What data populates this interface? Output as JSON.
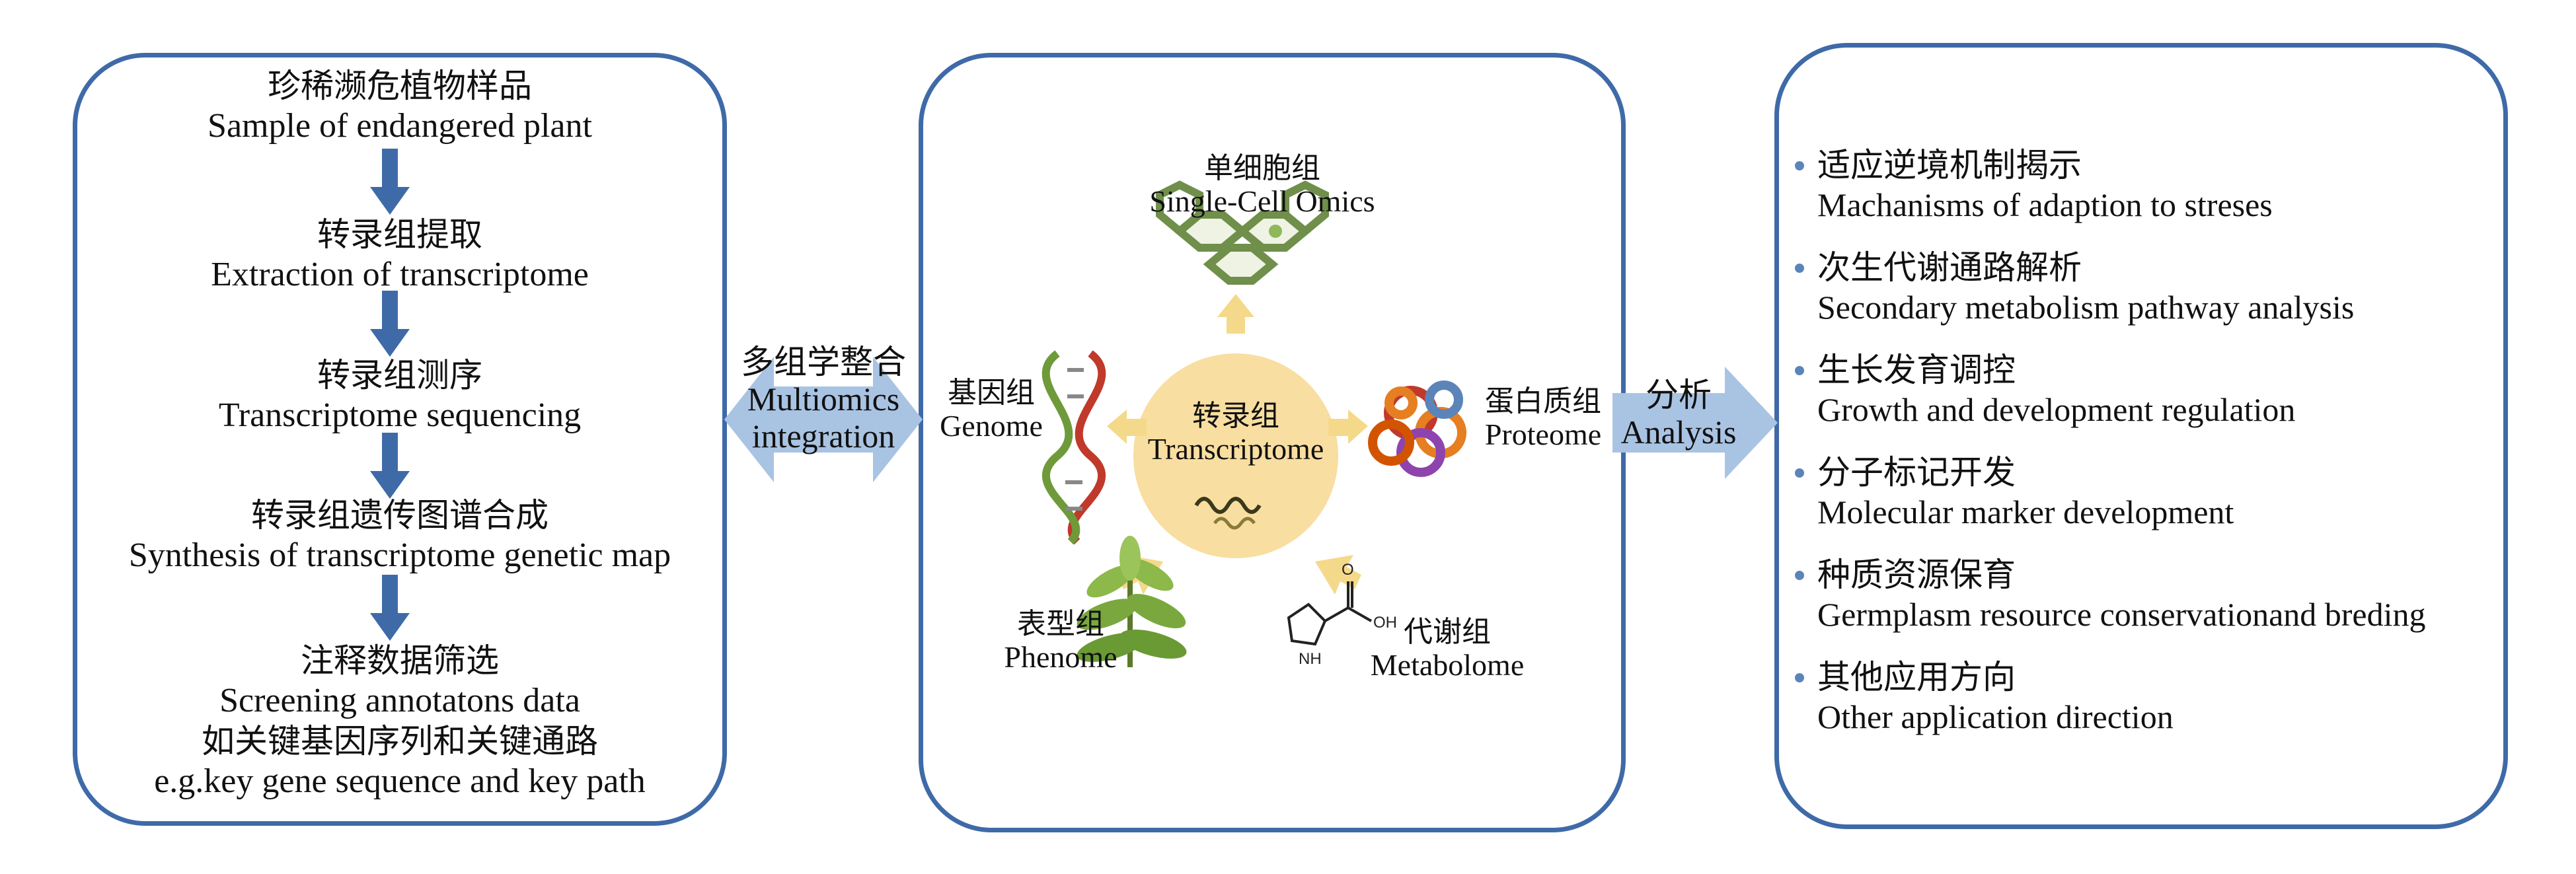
{
  "workflow": {
    "steps": [
      {
        "cn": "珍稀濒危植物样品",
        "en": "Sample of endangered plant"
      },
      {
        "cn": "转录组提取",
        "en": "Extraction of transcriptome"
      },
      {
        "cn": "转录组测序",
        "en": "Transcriptome sequencing"
      },
      {
        "cn": "转录组遗传图谱合成",
        "en": "Synthesis of transcriptome genetic map"
      },
      {
        "cn": "注释数据筛选",
        "en": "Screening annotatons data"
      }
    ],
    "extra": {
      "cn": "如关键基因序列和关键通路",
      "en": "e.g.key gene sequence and key path"
    }
  },
  "integration": {
    "cn": "多组学整合",
    "en1": "Multiomics",
    "en2": "integration"
  },
  "omics": {
    "center": {
      "cn": "转录组",
      "en": "Transcriptome"
    },
    "single_cell": {
      "cn": "单细胞组",
      "en": "Single-Cell Omics"
    },
    "genome": {
      "cn": "基因组",
      "en": "Genome"
    },
    "proteome": {
      "cn": "蛋白质组",
      "en": "Proteome"
    },
    "phenome": {
      "cn": "表型组",
      "en": "Phenome"
    },
    "metabolome": {
      "cn": "代谢组",
      "en": "Metabolome"
    },
    "molecule_labels": {
      "oh": "OH",
      "o": "O",
      "nh": "NH"
    }
  },
  "analysis": {
    "cn": "分析",
    "en": "Analysis"
  },
  "applications": [
    {
      "cn": "适应逆境机制揭示",
      "en": "Machanisms of adaption to streses"
    },
    {
      "cn": "次生代谢通路解析",
      "en": "Secondary metabolism pathway analysis"
    },
    {
      "cn": "生长发育调控",
      "en": "Growth and development regulation"
    },
    {
      "cn": "分子标记开发",
      "en": "Molecular marker development"
    },
    {
      "cn": "种质资源保育",
      "en": "Germplasm resource conservationand breding"
    },
    {
      "cn": "其他应用方向",
      "en": "Other application direction"
    }
  ],
  "colors": {
    "border": "#3f6aa8",
    "arrow_dark": "#3f6aa8",
    "arrow_light": "#a9c3e3",
    "center": "#f8dea0",
    "small_arrow": "#f5d98a"
  }
}
